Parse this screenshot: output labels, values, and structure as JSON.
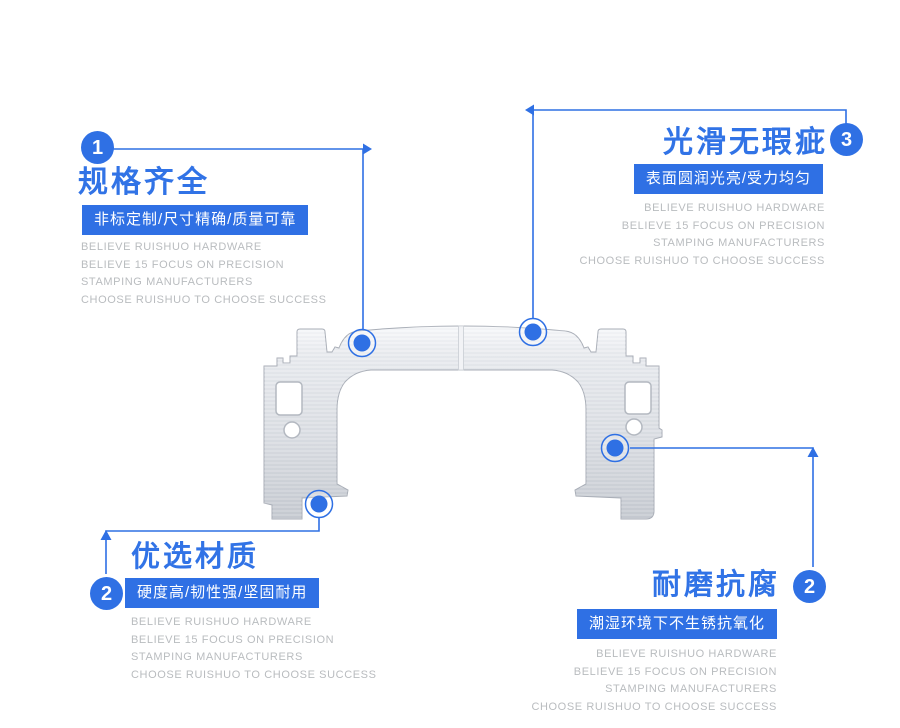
{
  "page": {
    "background": "#ffffff",
    "accent_color": "#2f70e4",
    "muted_text_color": "#b9bcbf",
    "part_name": "metal-stamping-bracket"
  },
  "sections": [
    {
      "badge": "1",
      "title": "规格齐全",
      "highlight": "非标定制/尺寸精确/质量可靠",
      "lines": [
        "BELIEVE RUISHUO HARDWARE",
        "BELIEVE 15 FOCUS ON PRECISION",
        "STAMPING MANUFACTURERS",
        "CHOOSE RUISHUO TO CHOOSE SUCCESS"
      ]
    },
    {
      "badge": "2",
      "title": "优选材质",
      "highlight": "硬度高/韧性强/坚固耐用",
      "lines": [
        "BELIEVE RUISHUO HARDWARE",
        "BELIEVE 15 FOCUS ON PRECISION",
        "STAMPING MANUFACTURERS",
        "CHOOSE RUISHUO TO CHOOSE SUCCESS"
      ]
    },
    {
      "badge": "3",
      "title": "光滑无瑕疵",
      "highlight": "表面圆润光亮/受力均匀",
      "lines": [
        "BELIEVE RUISHUO HARDWARE",
        "BELIEVE 15 FOCUS ON PRECISION",
        "STAMPING MANUFACTURERS",
        "CHOOSE RUISHUO TO CHOOSE SUCCESS"
      ]
    },
    {
      "badge": "2",
      "title": "耐磨抗腐",
      "highlight": "潮湿环境下不生锈抗氧化",
      "lines": [
        "BELIEVE RUISHUO HARDWARE",
        "BELIEVE 15 FOCUS ON PRECISION",
        "STAMPING MANUFACTURERS",
        "CHOOSE RUISHUO TO CHOOSE SUCCESS"
      ]
    }
  ]
}
